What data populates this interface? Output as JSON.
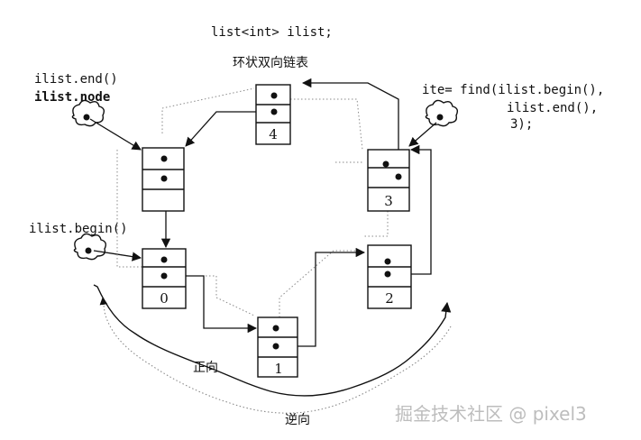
{
  "title": {
    "code": "list<int> ilist;",
    "subtitle": "环状双向链表"
  },
  "labels": {
    "end_call": "ilist.end()",
    "node_member": "ilist.node",
    "begin_call": "ilist.begin()",
    "find_line1": "ite= find(ilist.begin(),",
    "find_line2": "ilist.end(),",
    "find_line3": "3);",
    "forward": "正向",
    "backward": "逆向"
  },
  "nodes": [
    {
      "id": "node",
      "value": ""
    },
    {
      "id": "n0",
      "value": "0"
    },
    {
      "id": "n1",
      "value": "1"
    },
    {
      "id": "n2",
      "value": "2"
    },
    {
      "id": "n3",
      "value": "3"
    },
    {
      "id": "n4",
      "value": "4"
    }
  ],
  "watermark": "掘金技术社区 @ pixel3",
  "colors": {
    "line": "#111111",
    "dotted": "#8a8a8a",
    "watermark": "#bdbdbd"
  }
}
